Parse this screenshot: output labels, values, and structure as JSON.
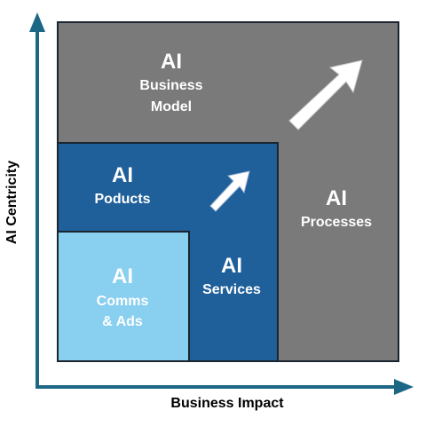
{
  "axes": {
    "y_label": "AI Centricity",
    "x_label": "Business Impact"
  },
  "boxes": {
    "business_model": {
      "title": "AI",
      "line1": "Business",
      "line2": "Model"
    },
    "processes": {
      "title": "AI",
      "line1": "Processes"
    },
    "products": {
      "title": "AI",
      "line1": "Poducts"
    },
    "services": {
      "title": "AI",
      "line1": "Services"
    },
    "comms": {
      "title": "AI",
      "line1": "Comms",
      "line2": "& Ads"
    }
  },
  "colors": {
    "axis": "#1c6785",
    "business_model_fill": "#7a7a7a",
    "products_services_fill": "#1f5f9a",
    "comms_fill": "#89cff0",
    "border": "#1a2530",
    "text": "#ffffff"
  }
}
